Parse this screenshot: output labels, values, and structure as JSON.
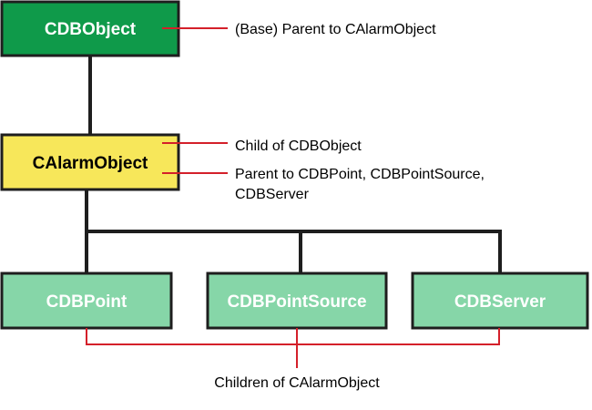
{
  "nodes": {
    "root": {
      "label": "CDBObject"
    },
    "middle": {
      "label": "CAlarmObject"
    },
    "child_point": {
      "label": "CDBPoint"
    },
    "child_point_source": {
      "label": "CDBPointSource"
    },
    "child_server": {
      "label": "CDBServer"
    }
  },
  "annotations": {
    "root_note": "(Base) Parent to CAlarmObject",
    "middle_note_child": "Child of CDBObject",
    "middle_note_parent_line1": "Parent to CDBPoint, CDBPointSource,",
    "middle_note_parent_line2": "CDBServer",
    "children_note": "Children of CAlarmObject"
  },
  "colors": {
    "root_fill": "#0f9a4a",
    "root_text": "#ffffff",
    "middle_fill": "#f7e75a",
    "middle_text": "#000000",
    "child_fill": "#86d6a8",
    "child_text": "#ffffff",
    "border": "#1e1e1e",
    "hierarchy_line": "#1e1e1e",
    "annotation_line": "#d4202a"
  }
}
